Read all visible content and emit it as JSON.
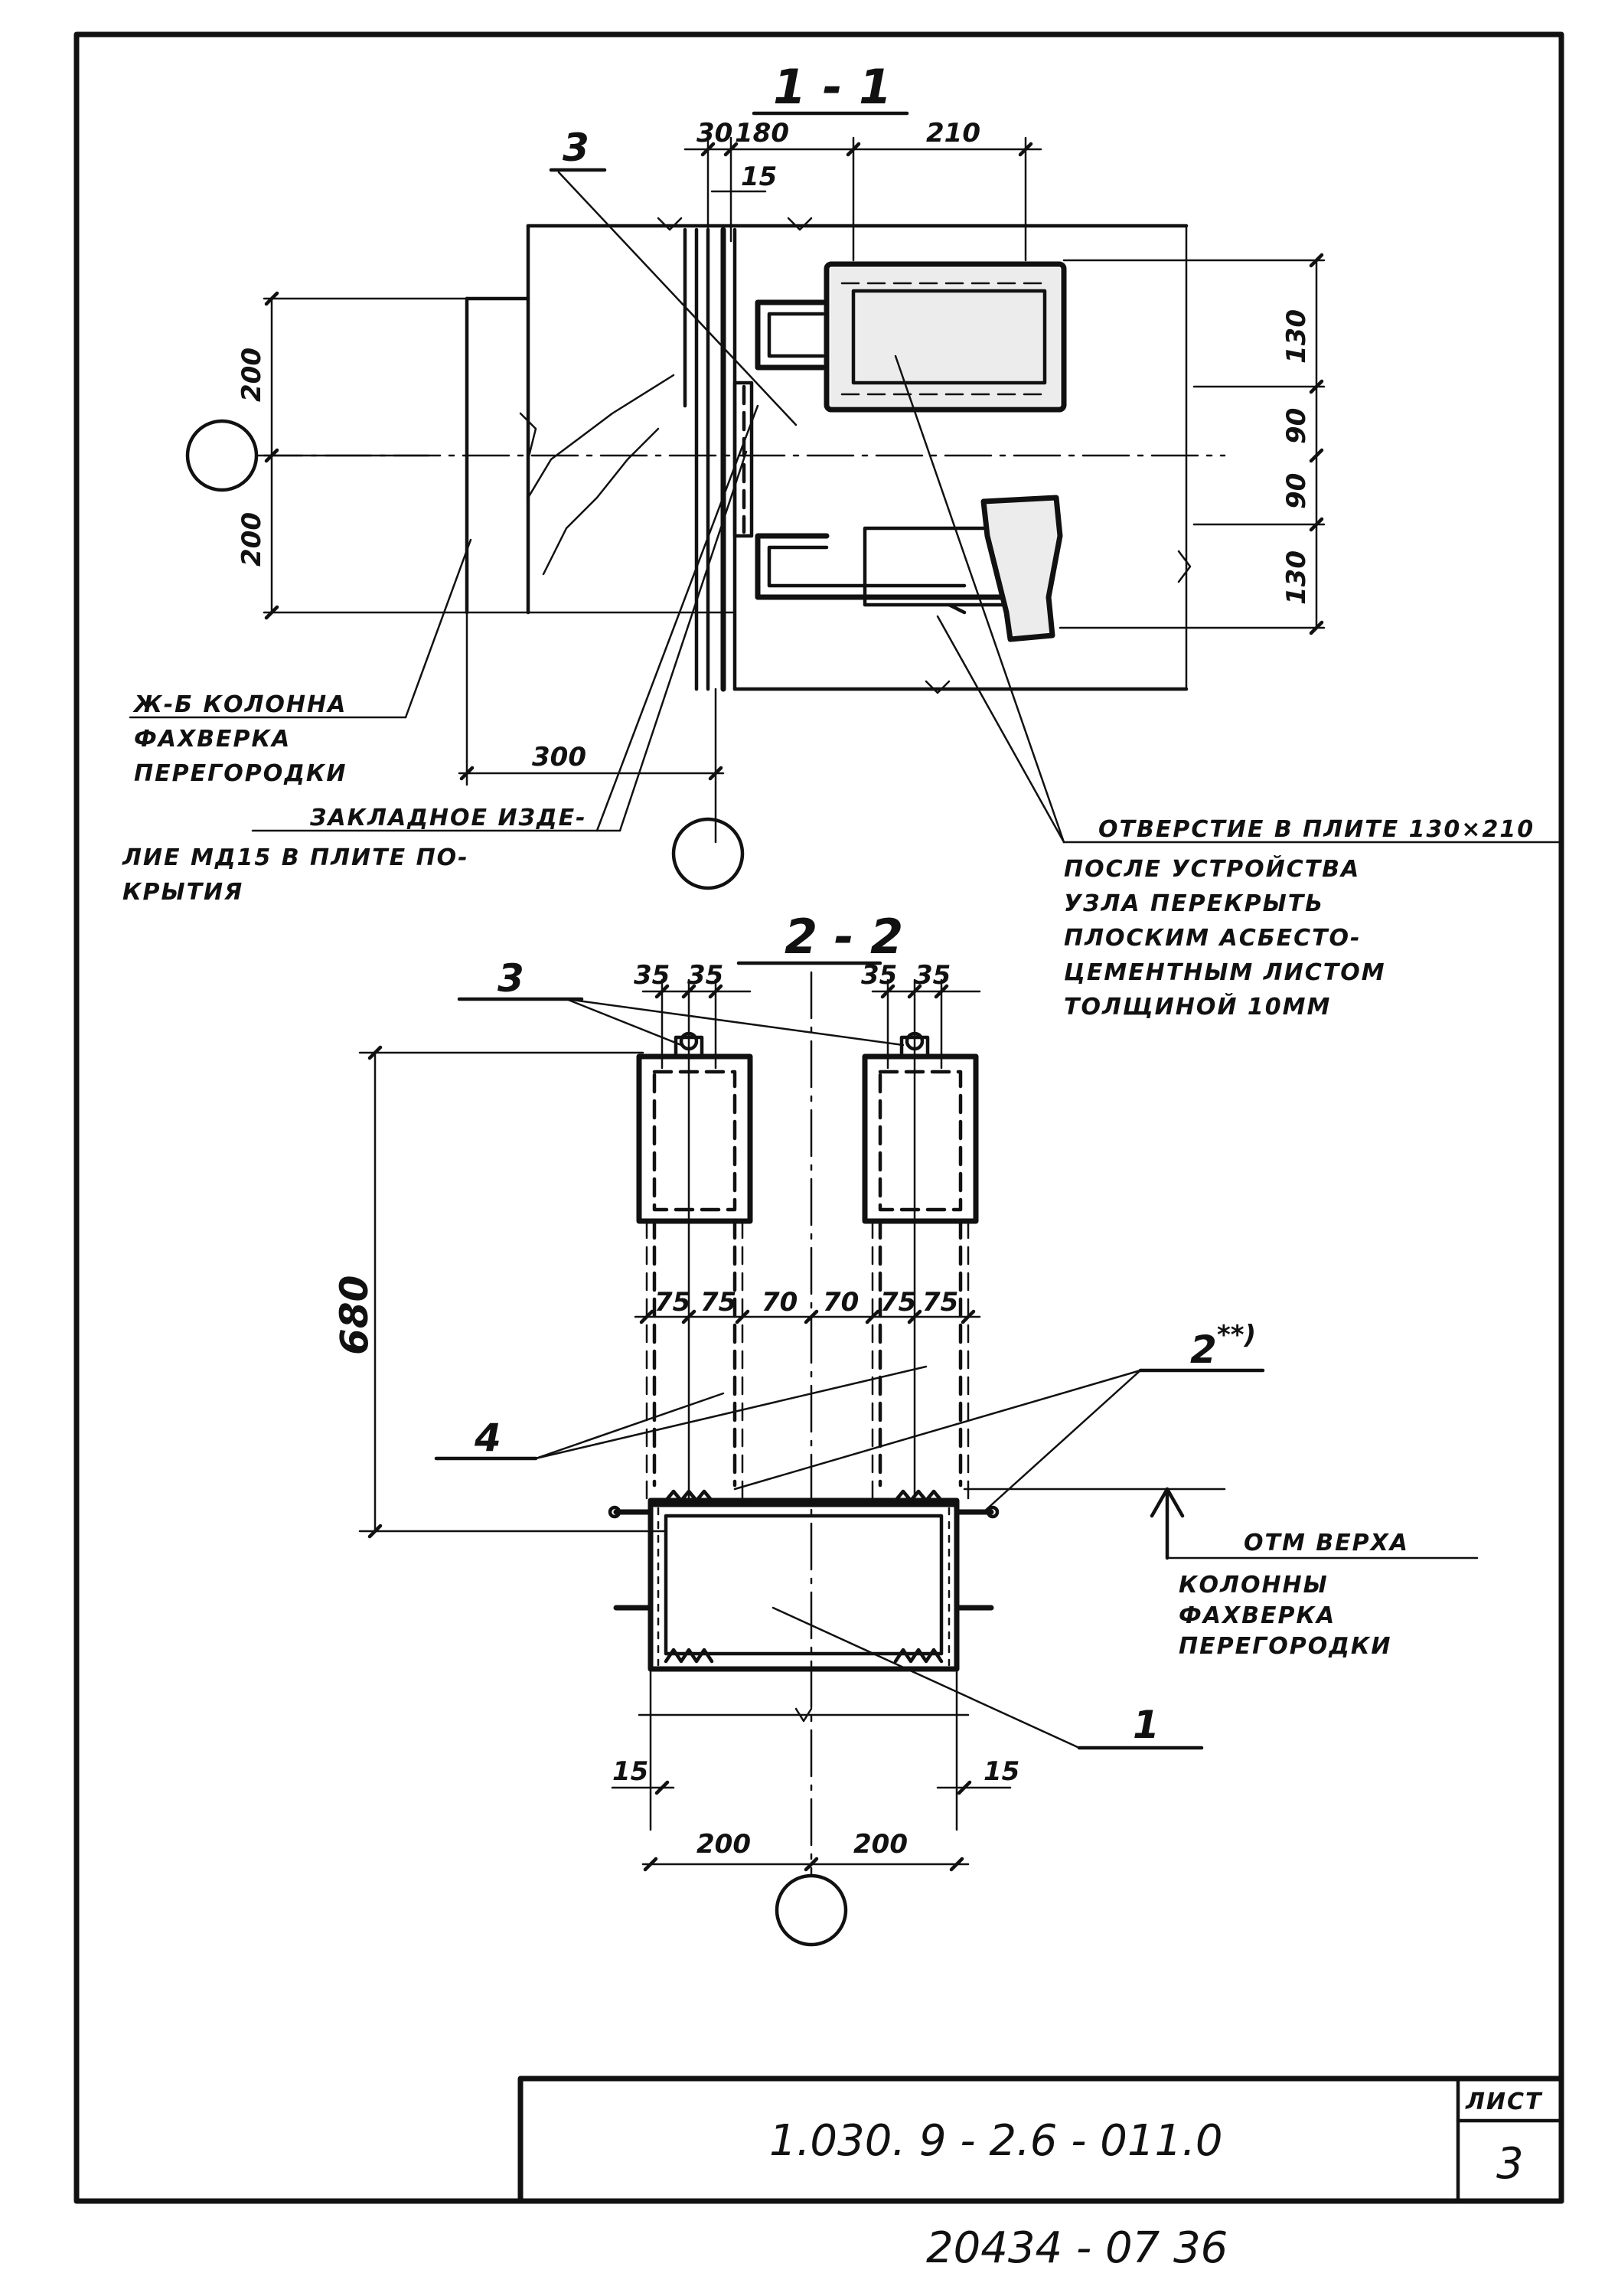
{
  "sections": {
    "s11": {
      "title": "1 - 1"
    },
    "s22": {
      "title": "2 - 2"
    }
  },
  "dims": {
    "s11": {
      "d30": "30",
      "d180": "180",
      "d210": "210",
      "d15": "15",
      "v200a": "200",
      "v200b": "200",
      "v130a": "130",
      "v90a": "90",
      "v90b": "90",
      "v130b": "130",
      "h300": "300"
    },
    "s22": {
      "d35a": "35",
      "d35b": "35",
      "d35c": "35",
      "d35d": "35",
      "v680": "680",
      "d75a": "75",
      "d75b": "75",
      "d70a": "70",
      "d70b": "70",
      "d75c": "75",
      "d75d": "75",
      "d15l": "15",
      "d15r": "15",
      "d200a": "200",
      "d200b": "200"
    }
  },
  "callouts": {
    "s11_3": "3",
    "s22_3": "3",
    "s22_4": "4",
    "s22_2": "2",
    "s22_2_sup": "**)",
    "s22_1": "1"
  },
  "notes": {
    "column": [
      "Ж-Б КОЛОННА",
      "ФАХВЕРКА",
      "ПЕРЕГОРОДКИ"
    ],
    "embedded": [
      "ЗАКЛАДНОЕ ИЗДЕ-",
      "ЛИЕ МД15  В ПЛИТЕ ПО-",
      "КРЫТИЯ"
    ],
    "opening": [
      "ОТВЕРСТИЕ В ПЛИТЕ 130×210",
      "ПОСЛЕ УСТРОЙСТВА",
      "УЗЛА  ПЕРЕКРЫТЬ",
      "ПЛОСКИМ  АСБЕСТО-",
      "ЦЕМЕНТНЫМ  ЛИСТОМ",
      "ТОЛЩИНОЙ   10ММ"
    ],
    "elevation": [
      "ОТМ  ВЕРХА",
      "КОЛОННЫ",
      "ФАХВЕРКА",
      "ПЕРЕГОРОДКИ"
    ]
  },
  "stamp": {
    "code": "1.030. 9 - 2.6 - 011.0",
    "sheet_label": "ЛИСТ",
    "sheet_number": "3"
  },
  "footer": {
    "number": "20434 - 07   36"
  }
}
